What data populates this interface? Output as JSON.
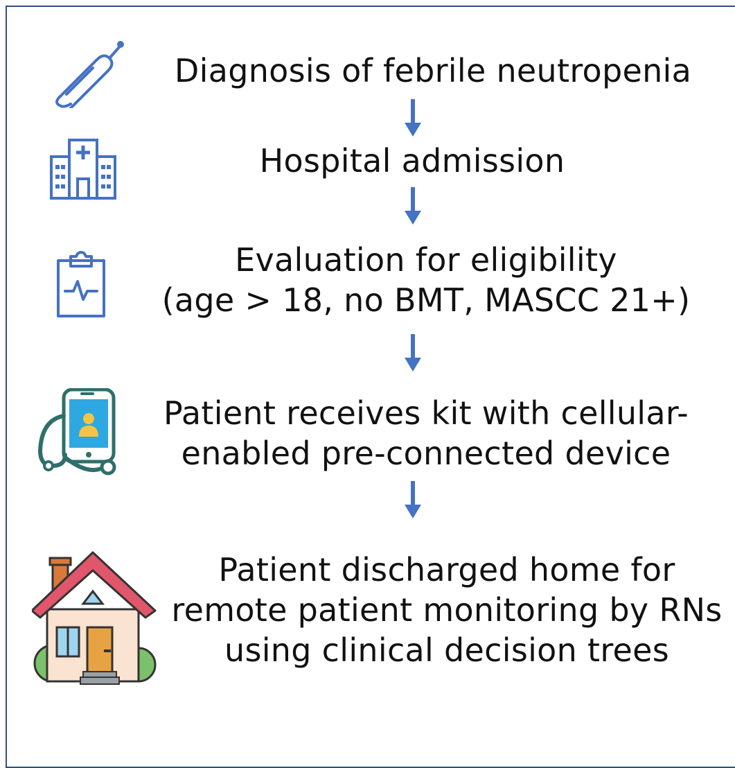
{
  "colors": {
    "border": "#2f4f7f",
    "arrow": "#4472c4",
    "icon_blue": "#4472c4",
    "text": "#111111",
    "teal": "#2f6f6a",
    "roof": "#e0566b"
  },
  "steps": [
    {
      "icon": "thermometer-icon",
      "lines": [
        "Diagnosis of febrile neutropenia"
      ]
    },
    {
      "icon": "hospital-icon",
      "lines": [
        "Hospital admission"
      ]
    },
    {
      "icon": "clipboard-heartbeat-icon",
      "lines": [
        "Evaluation for eligibility",
        "(age > 18, no BMT, MASCC 21+)"
      ]
    },
    {
      "icon": "phone-stethoscope-icon",
      "lines": [
        "Patient receives kit with cellular-",
        "enabled pre-connected device"
      ]
    },
    {
      "icon": "house-icon",
      "lines": [
        "Patient discharged home for",
        "remote patient monitoring by RNs",
        "using clinical decision trees"
      ]
    }
  ]
}
